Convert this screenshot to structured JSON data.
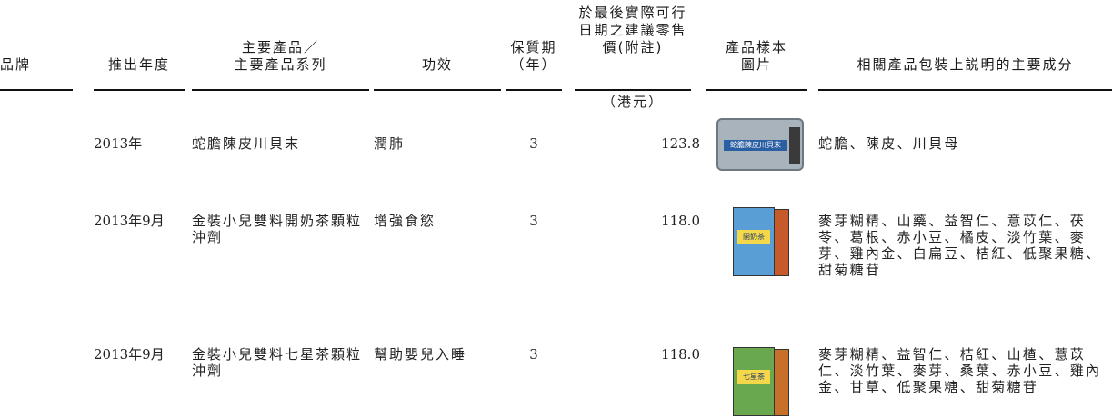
{
  "headers": {
    "brand": "品牌",
    "launch_year": "推出年度",
    "product_line1": "主要產品／",
    "product_line2": "主要產品系列",
    "efficacy": "功效",
    "shelf_line1": "保質期",
    "shelf_line2": "（年）",
    "price_line1": "於最後實際可行",
    "price_line2": "日期之建議零售",
    "price_line3": "價(附註)",
    "image_line1": "產品樣本",
    "image_line2": "圖片",
    "ingredients": "相關產品包裝上説明的主要成分",
    "price_unit": "（港元）"
  },
  "rows": [
    {
      "year": "2013年",
      "product": "蛇膽陳皮川貝末",
      "efficacy": "潤肺",
      "shelf_life": "3",
      "price": "123.8",
      "image_label": "蛇膽陳皮川貝末",
      "ingredients": "蛇膽、陳皮、川貝母"
    },
    {
      "year": "2013年9月",
      "product": "金裝小兒雙料開奶茶顆粒沖劑",
      "efficacy": "增強食慾",
      "shelf_life": "3",
      "price": "118.0",
      "image_label": "開奶茶",
      "ingredients": "麥芽糊精、山藥、益智仁、意苡仁、茯苓、葛根、赤小豆、橘皮、淡竹葉、麥芽、雞內金、白扁豆、桔紅、低聚果糖、甜菊糖苷"
    },
    {
      "year": "2013年9月",
      "product": "金裝小兒雙料七星茶顆粒沖劑",
      "efficacy": "幫助嬰兒入睡",
      "shelf_life": "3",
      "price": "118.0",
      "image_label": "七星茶",
      "ingredients": "麥芽糊精、益智仁、桔紅、山楂、薏苡仁、淡竹葉、麥芽、桑葉、赤小豆、雞內金、甘草、低聚果糖、甜菊糖苷"
    }
  ]
}
